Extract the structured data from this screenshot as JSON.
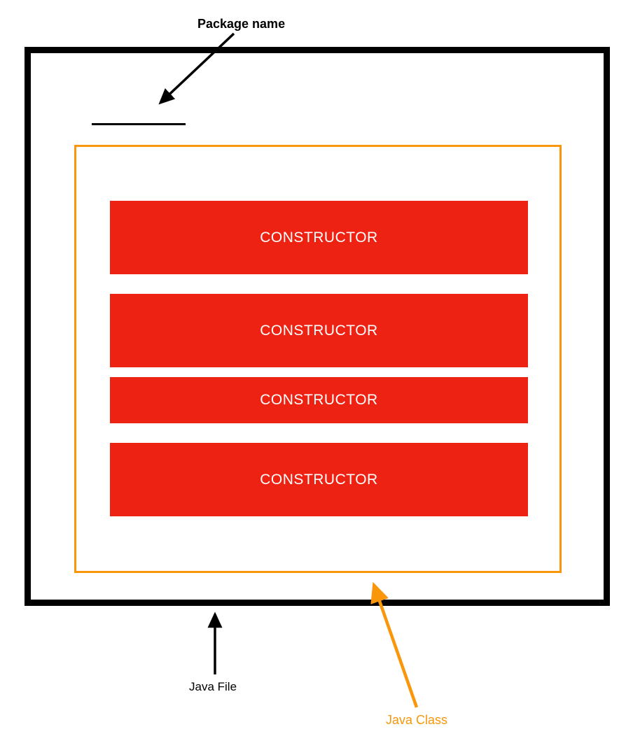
{
  "diagram": {
    "title_label": "Package name",
    "labels": {
      "package_name": "Package name",
      "java_file": "Java File",
      "java_class": "Java Class"
    },
    "constructors": [
      "CONSTRUCTOR",
      "CONSTRUCTOR",
      "CONSTRUCTOR",
      "CONSTRUCTOR"
    ],
    "colors": {
      "constructor_red": "#EE2213",
      "class_orange": "#F9960A",
      "file_border_black": "#000000",
      "constructor_text_white": "#FFFFFF"
    }
  }
}
